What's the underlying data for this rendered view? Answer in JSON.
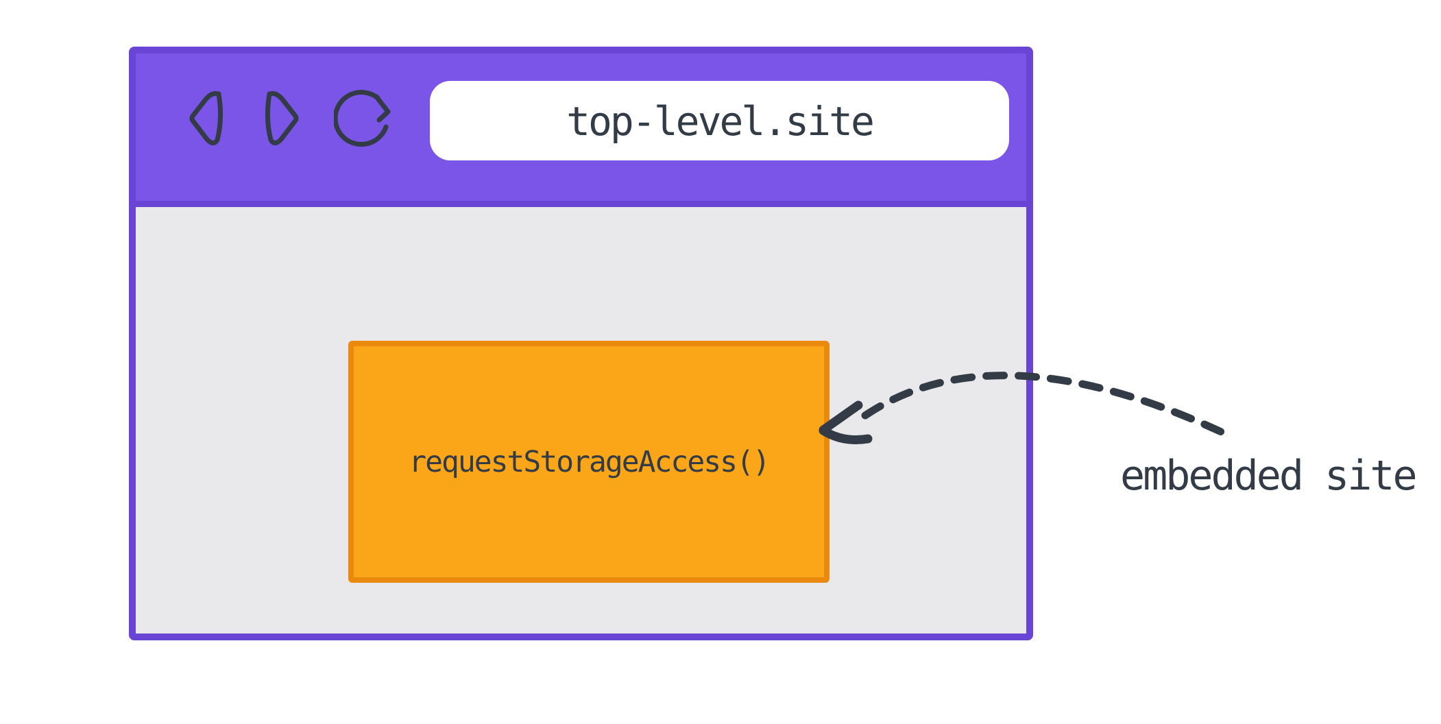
{
  "colors": {
    "toolbar_purple": "#7A55E8",
    "window_border_purple": "#6A44D4",
    "content_gray": "#E9E9EB",
    "embed_orange": "#FBA619",
    "embed_border_orange": "#E9890D",
    "ink": "#333C46",
    "address_bar_bg": "#FFFFFF",
    "page_bg": "#FFFFFF"
  },
  "browser_window": {
    "toolbar": {
      "icons": [
        "back",
        "forward",
        "reload"
      ],
      "address_bar": {
        "value": "top-level.site"
      }
    },
    "content": {
      "embed_box": {
        "label": "requestStorageAccess()"
      }
    }
  },
  "annotation": {
    "label": "embedded site",
    "arrow_style": "dashed",
    "arrow_points_to": "embed_box"
  }
}
